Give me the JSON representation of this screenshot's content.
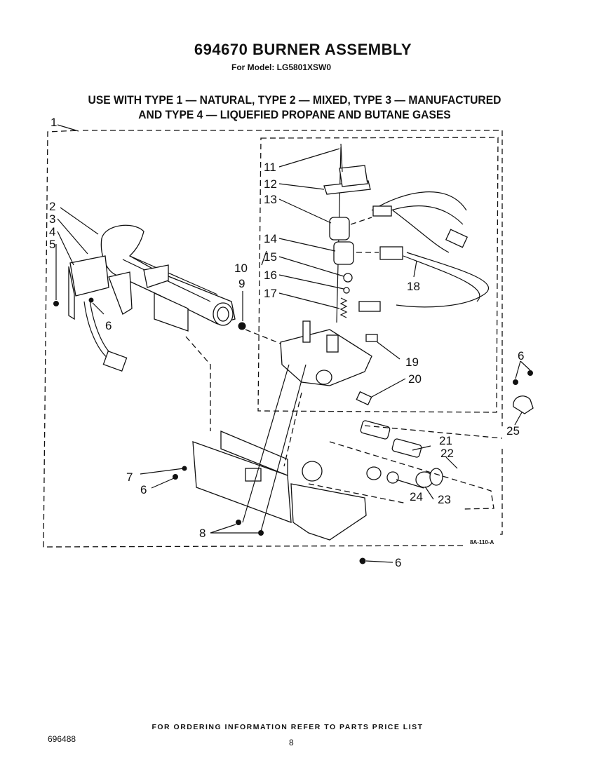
{
  "title": "694670 BURNER ASSEMBLY",
  "model_line": "For Model: LG5801XSW0",
  "usage_line_1": "USE WITH TYPE 1 — NATURAL, TYPE 2 — MIXED, TYPE 3 — MANUFACTURED",
  "usage_line_2": "AND TYPE 4 — LIQUEFIED PROPANE AND BUTANE GASES",
  "diagram_code": "8A-110-A",
  "footer_note": "FOR ORDERING INFORMATION REFER TO PARTS PRICE LIST",
  "document_number": "696488",
  "page_number": "8",
  "callouts": {
    "c1": "1",
    "c2": "2",
    "c3": "3",
    "c4": "4",
    "c5": "5",
    "c6a": "6",
    "c6b": "6",
    "c6c": "6",
    "c6d": "6",
    "c7": "7",
    "c8": "8",
    "c9": "9",
    "c10": "10",
    "c11": "11",
    "c12": "12",
    "c13": "13",
    "c14": "14",
    "c15": "15",
    "c16": "16",
    "c17": "17",
    "c18": "18",
    "c19": "19",
    "c20": "20",
    "c21": "21",
    "c22": "22",
    "c23": "23",
    "c24": "24",
    "c25": "25"
  }
}
